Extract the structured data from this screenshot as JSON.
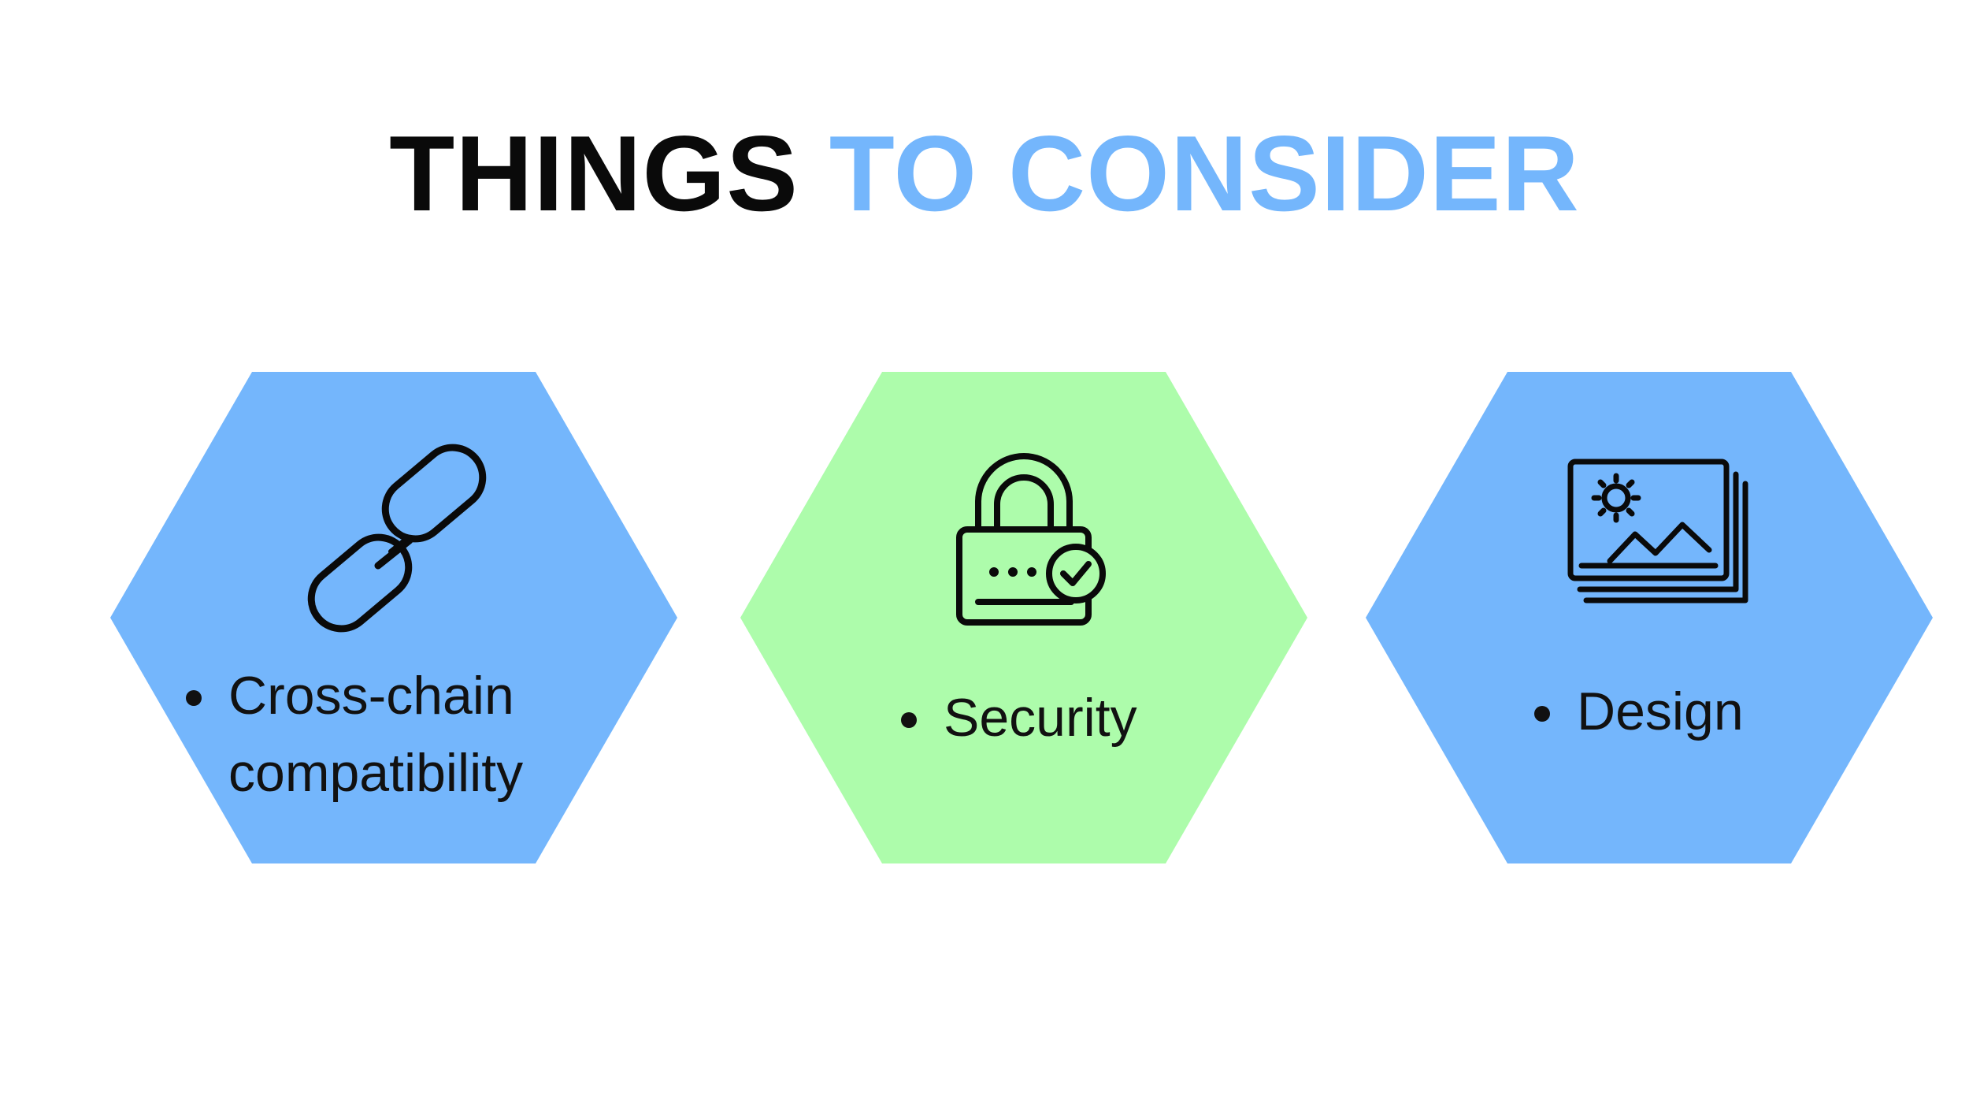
{
  "title": {
    "part1": "THINGS",
    "part2": "TO CONSIDER"
  },
  "colors": {
    "blue": "#74b6fc",
    "green": "#adfcab",
    "title_dark": "#0a0a0a",
    "title_accent": "#74b6fc"
  },
  "items": [
    {
      "label": "Cross-chain compatibility",
      "icon": "chain-link-icon",
      "color": "#74b6fc"
    },
    {
      "label": "Security",
      "icon": "padlock-check-icon",
      "color": "#adfcab"
    },
    {
      "label": "Design",
      "icon": "image-gallery-icon",
      "color": "#74b6fc"
    }
  ]
}
